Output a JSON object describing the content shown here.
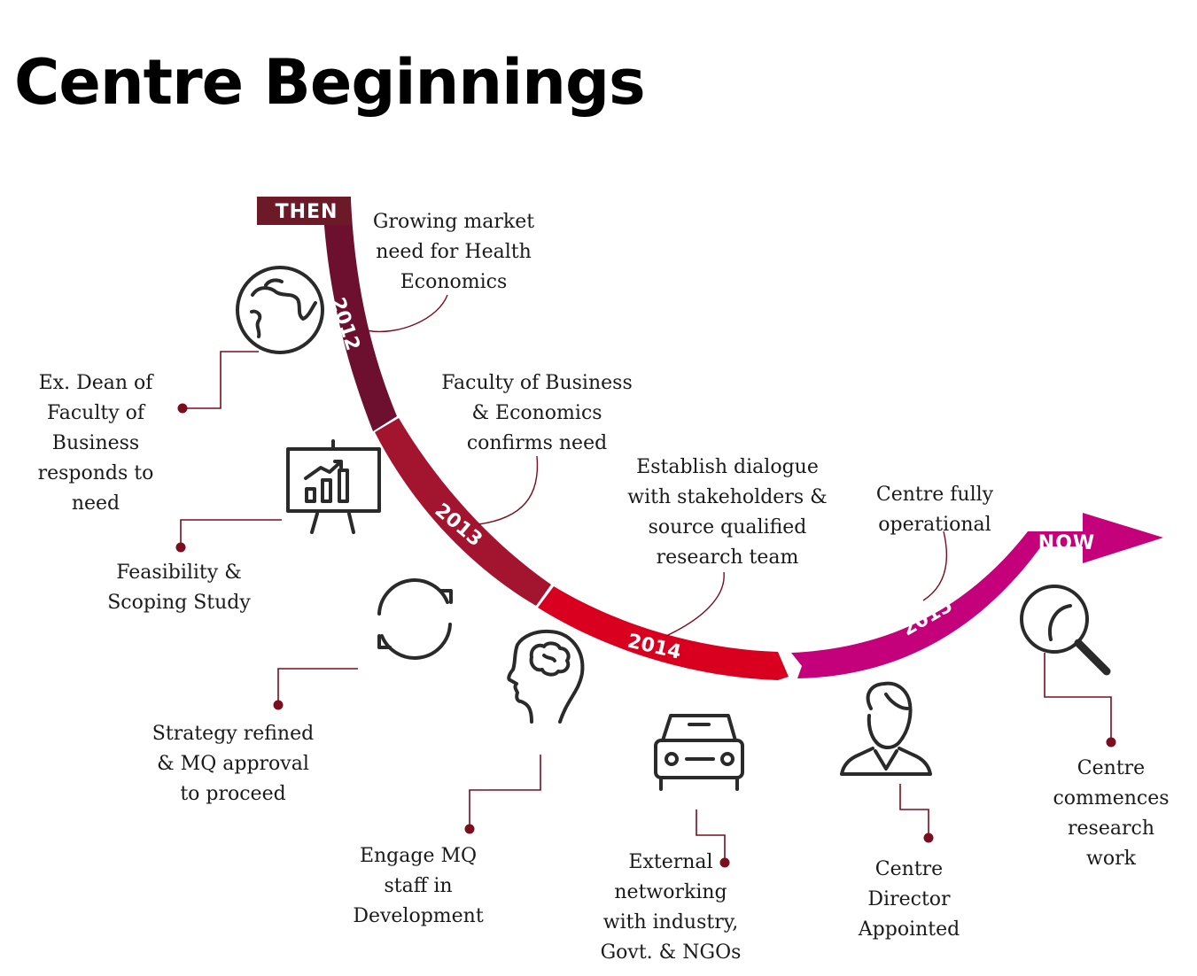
{
  "title": "Centre Beginnings",
  "markers": {
    "start": "THEN",
    "end": "NOW"
  },
  "years": [
    "2012",
    "2013",
    "2014",
    "2015"
  ],
  "colors": {
    "seg2012": "#6d0f2e",
    "seg2013": "#a3142f",
    "seg2014": "#d9001f",
    "seg2015": "#c4007a",
    "connector": "#7a0d1e",
    "then_tag": "#6d1a28",
    "icon": "#2a2a2a"
  },
  "events_above": {
    "market_need": "Growing market\nneed for Health\nEconomics",
    "faculty_confirms": "Faculty of Business\n& Economics\nconfirms need",
    "stakeholders": "Establish dialogue\nwith stakeholders &\nsource qualified\nresearch team",
    "fully_operational": "Centre fully\noperational"
  },
  "events_below": {
    "dean_responds": "Ex. Dean of\nFaculty of\nBusiness\nresponds to\nneed",
    "feasibility": "Feasibility &\nScoping Study",
    "strategy": "Strategy refined\n& MQ approval\nto proceed",
    "engage_staff": "Engage MQ\nstaff in\nDevelopment",
    "networking": "External\nnetworking\nwith industry,\nGovt. & NGOs",
    "director": "Centre\nDirector\nAppointed",
    "research": "Centre\ncommences\nresearch\nwork"
  },
  "icons": [
    "globe-icon",
    "presentation-chart-icon",
    "refresh-cycle-icon",
    "brain-head-icon",
    "car-icon",
    "person-icon",
    "magnifier-icon"
  ]
}
